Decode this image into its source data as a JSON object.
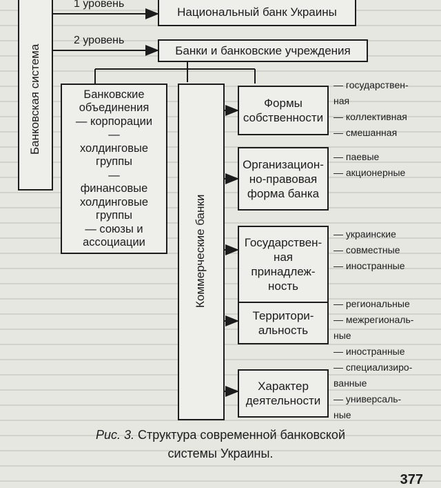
{
  "diagram": {
    "system": "Банковская система",
    "level1": "1 уровень",
    "level2": "2 уровень",
    "national_bank": "Национальный банк Украины",
    "banks_institutions": "Банки и банковские учреждения",
    "commercial_banks": "Коммерческие банки",
    "associations": [
      "Банковские",
      "объединения",
      "— корпорации",
      "—",
      "холдинговые",
      "группы",
      "—",
      "финансовые",
      "холдинговые",
      "группы",
      "— союзы и",
      "ассоциации"
    ],
    "categories": [
      {
        "title": [
          "Формы",
          "собственности"
        ],
        "items": [
          "— государствен-",
          "ная",
          "— коллективная",
          "— смешанная"
        ]
      },
      {
        "title": [
          "Организацион-",
          "но-правовая",
          "форма банка"
        ],
        "items": [
          "— паевые",
          "— акционерные"
        ]
      },
      {
        "title": [
          "Государствен-",
          "ная",
          "принадлеж-",
          "ность"
        ],
        "items": [
          "— украинские",
          "— совместные",
          "— иностранные"
        ]
      },
      {
        "title": [
          "Территори-",
          "альность"
        ],
        "items": [
          "— региональные",
          "— межрегиональ-",
          "ные",
          "— иностранные"
        ]
      },
      {
        "title": [
          "Характер",
          "деятельности"
        ],
        "items": [
          "— специализиро-",
          "ванные",
          "— универсаль-",
          "ные"
        ]
      }
    ]
  },
  "caption": {
    "prefix": "Рис. 3.",
    "line1": "Структура современной банковской",
    "line2": "системы Украины."
  },
  "page_number": "377"
}
